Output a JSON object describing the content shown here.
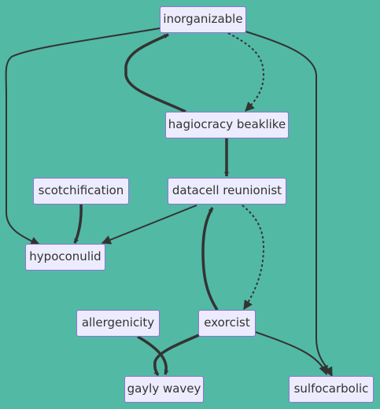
{
  "colors": {
    "background": "#52b9a4",
    "node_fill": "#ececfe",
    "node_border": "#9370db",
    "edge": "#333333",
    "text": "#333333"
  },
  "nodes": {
    "inorganizable": "inorganizable",
    "hagiocracy": "hagiocracy beaklike",
    "scotchification": "scotchification",
    "datacell": "datacell reunionist",
    "hypoconulid": "hypoconulid",
    "allergenicity": "allergenicity",
    "exorcist": "exorcist",
    "gayly": "gayly wavey",
    "sulfocarbolic": "sulfocarbolic"
  },
  "edges": [
    {
      "from": "inorganizable",
      "to": "hypoconulid",
      "style": "normal"
    },
    {
      "from": "inorganizable",
      "to": "sulfocarbolic",
      "style": "normal"
    },
    {
      "from": "inorganizable",
      "to": "hagiocracy",
      "style": "dotted"
    },
    {
      "from": "hagiocracy",
      "to": "inorganizable",
      "style": "thick"
    },
    {
      "from": "hagiocracy",
      "to": "datacell",
      "style": "thick"
    },
    {
      "from": "scotchification",
      "to": "hypoconulid",
      "style": "thick"
    },
    {
      "from": "datacell",
      "to": "hypoconulid",
      "style": "normal"
    },
    {
      "from": "datacell",
      "to": "exorcist",
      "style": "dotted"
    },
    {
      "from": "exorcist",
      "to": "datacell",
      "style": "thick"
    },
    {
      "from": "allergenicity",
      "to": "gayly",
      "style": "thick"
    },
    {
      "from": "exorcist",
      "to": "gayly",
      "style": "thick"
    },
    {
      "from": "exorcist",
      "to": "sulfocarbolic",
      "style": "normal"
    }
  ]
}
